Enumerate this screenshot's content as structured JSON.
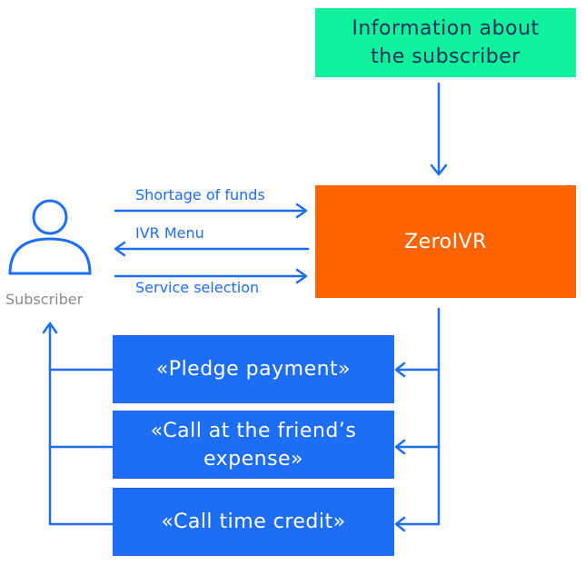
{
  "info_box": {
    "line1": "Information about",
    "line2": "the subscriber"
  },
  "main_box": {
    "label": "ZeroIVR"
  },
  "subscriber": {
    "label": "Subscriber"
  },
  "arrows": {
    "shortage": "Shortage of funds",
    "ivr_menu": "IVR Menu",
    "service_selection": "Service selection"
  },
  "options": [
    {
      "line1": "«Pledge payment»",
      "line2": ""
    },
    {
      "line1": "«Call at the friend’s",
      "line2": "expense»"
    },
    {
      "line1": "«Call time credit»",
      "line2": ""
    }
  ],
  "colors": {
    "accent_blue": "#1e6ef5",
    "info_green": "#10f19c",
    "zero_orange": "#ff6400",
    "label_grey": "#8a8a8a"
  }
}
